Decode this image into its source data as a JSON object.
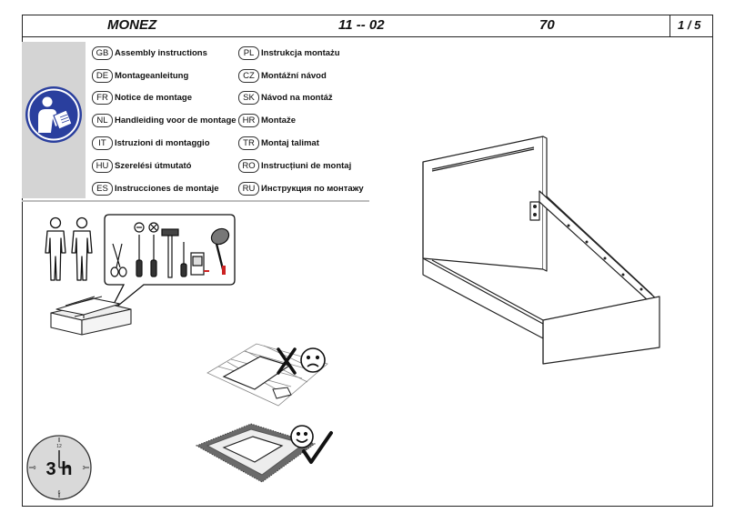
{
  "header": {
    "model": "MONEZ",
    "code": "11 -- 02",
    "number": "70",
    "page": "1 / 5"
  },
  "languages": [
    {
      "code": "GB",
      "text": "Assembly instructions"
    },
    {
      "code": "DE",
      "text": "Montageanleitung"
    },
    {
      "code": "FR",
      "text": "Notice de montage"
    },
    {
      "code": "NL",
      "text": "Handleiding voor de montage"
    },
    {
      "code": "IT",
      "text": "Istruzioni di montaggio"
    },
    {
      "code": "HU",
      "text": "Szerelési útmutató"
    },
    {
      "code": "ES",
      "text": "Instrucciones de montaje"
    },
    {
      "code": "PL",
      "text": "Instrukcja montażu"
    },
    {
      "code": "CZ",
      "text": "Montážní návod"
    },
    {
      "code": "SK",
      "text": "Návod na montáž"
    },
    {
      "code": "HR",
      "text": "Montaže"
    },
    {
      "code": "TR",
      "text": "Montaj talimat"
    },
    {
      "code": "RO",
      "text": "Instrucțiuni de montaj"
    },
    {
      "code": "RU",
      "text": "Инструкция по монтажу"
    }
  ],
  "clock": {
    "label": "3 h",
    "numbers": [
      "12",
      "3",
      "6",
      "9"
    ]
  },
  "colors": {
    "badge_blue": "#2a3f9e",
    "panel_grey": "#d4d4d4"
  },
  "icons": [
    "manual-reading-icon",
    "two-persons-icon",
    "scissors-icon",
    "screwdriver-minus-icon",
    "screwdriver-cross-icon",
    "hammer-icon",
    "awl-icon",
    "tape-measure-icon",
    "rubber-mallet-icon",
    "toolbox-icon",
    "sad-face-icon",
    "happy-face-icon",
    "cross-mark-icon",
    "check-mark-icon",
    "clock-icon",
    "bed-frame-illustration"
  ]
}
